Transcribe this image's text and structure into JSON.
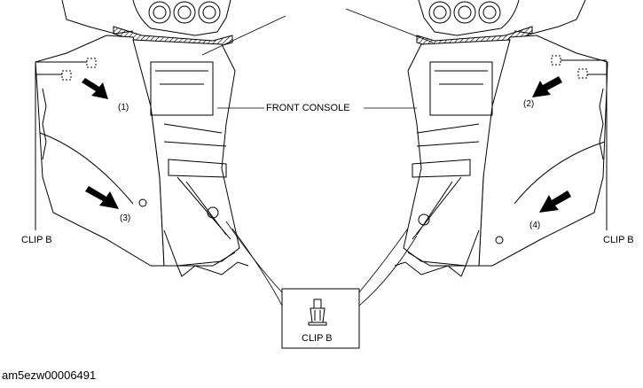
{
  "labels": {
    "front_console": "FRONT CONSOLE",
    "clip_b_left": "CLIP B",
    "clip_b_right": "CLIP B",
    "clip_b_detail": "CLIP B"
  },
  "callouts": [
    "(1)",
    "(2)",
    "(3)",
    "(4)"
  ],
  "figure_code": "am5ezw00006491"
}
